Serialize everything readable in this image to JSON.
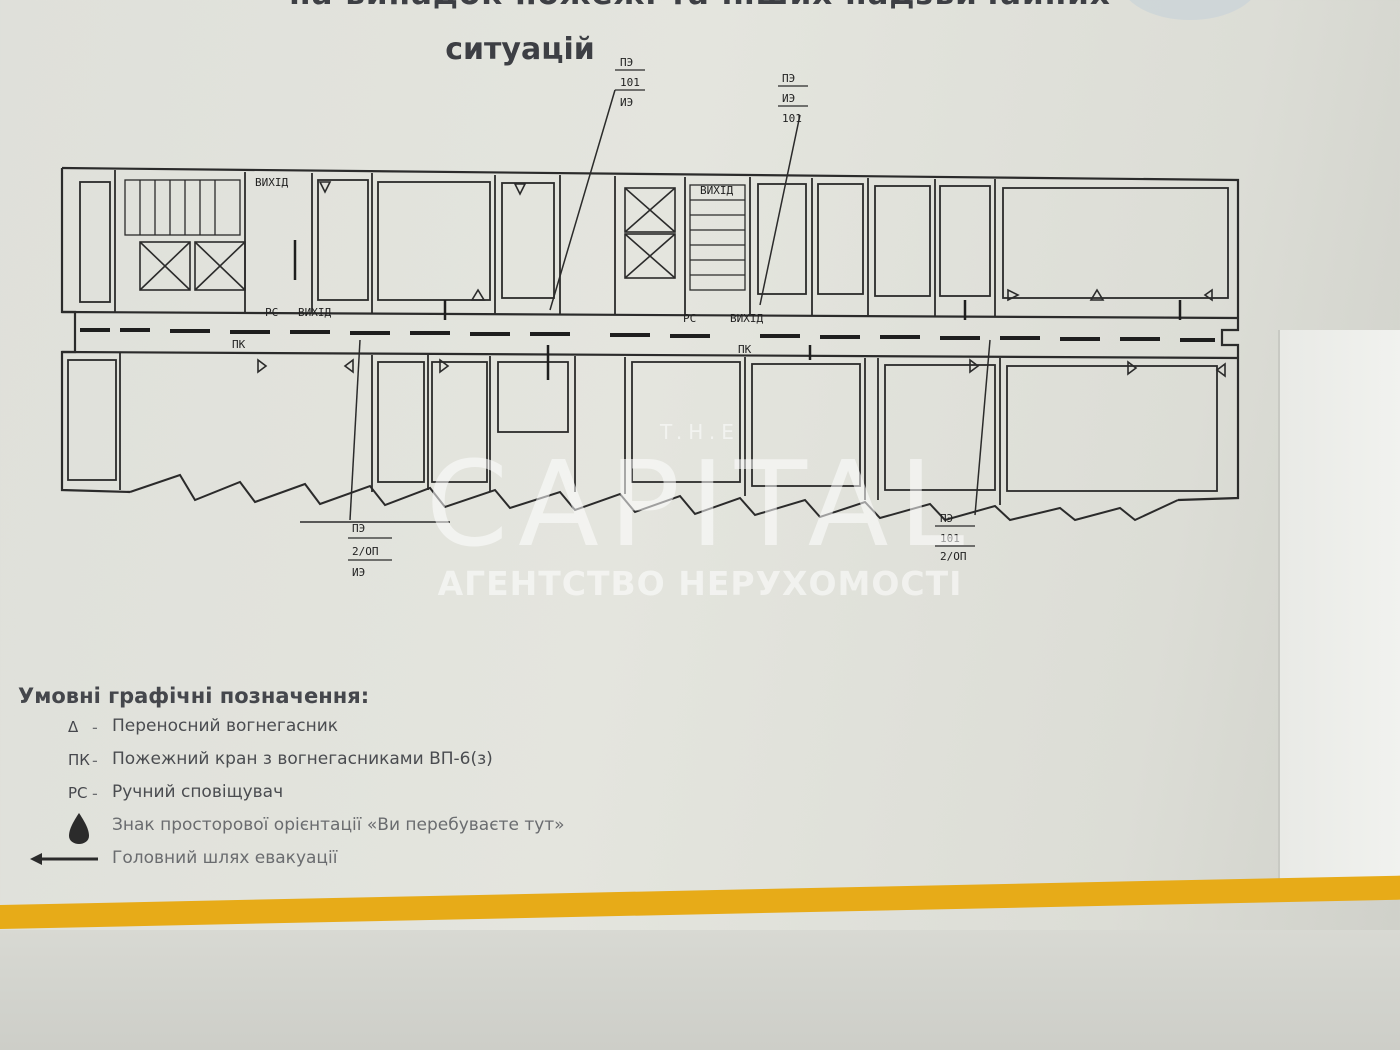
{
  "title": {
    "line1": "на випадок пожежі та інших надзвичайних",
    "line2": "ситуацій"
  },
  "plan": {
    "exit_labels": [
      "ВИХІД",
      "ВИХІД",
      "ВИХІД",
      "ВИХІД"
    ],
    "alarm_labels": [
      "РС",
      "РС"
    ],
    "hydrant_labels": [
      "ПК",
      "ПК"
    ],
    "callout_top_left": [
      "ПЭ",
      "101",
      "ИЭ"
    ],
    "callout_top_right": [
      "ПЭ",
      "ИЭ",
      "101"
    ],
    "callout_bottom_left": [
      "ПЭ",
      "2/ОП",
      "ИЭ"
    ],
    "callout_bottom_right": [
      "ПЭ",
      "101",
      "2/ОП"
    ]
  },
  "watermark": {
    "prefix": "T.H.E",
    "brand": "CAPITAL",
    "agency": "АГЕНТСТВО НЕРУХОМОСТІ"
  },
  "legend": {
    "title": "Умовні графічні позначення:",
    "items": [
      {
        "symbol": "Δ",
        "text": "Переносний вогнегасник"
      },
      {
        "symbol": "ПК",
        "text": "Пожежний кран з вогнегасниками ВП-6(з)"
      },
      {
        "symbol": "РС",
        "text": "Ручний сповіщувач"
      },
      {
        "symbol": "",
        "text": "Знак просторової орієнтації «Ви перебуваєте тут»"
      },
      {
        "symbol": "",
        "text": "Головний шлях евакуації"
      }
    ]
  },
  "colors": {
    "accent_band": "#e7ab18",
    "ink": "#2b2b2b"
  }
}
